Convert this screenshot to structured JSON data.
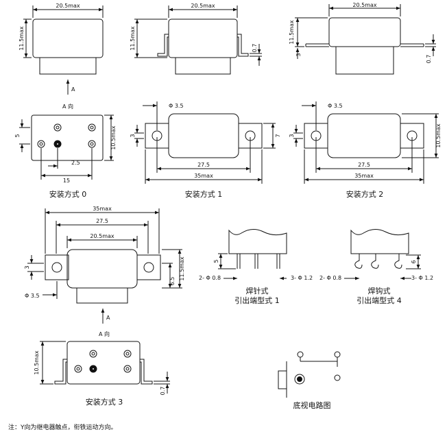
{
  "dims": {
    "w205": "20.5max",
    "h115": "11.5max",
    "h105": "10.5max",
    "t07": "0.7",
    "d3": "3",
    "d5": "5",
    "d25": "2.5",
    "d15": "15",
    "d7": "7",
    "d275": "27.5",
    "d35": "35max",
    "phi35": "Φ 3.5",
    "d65": "6.5",
    "d6": "6",
    "pin2": "2- Φ 0.8",
    "pin3": "3- Φ 1.2"
  },
  "labels": {
    "arrowA": "A",
    "viewA": "A 向",
    "mount0": "安装方式 0",
    "mount1": "安装方式 1",
    "mount2": "安装方式 2",
    "mount3": "安装方式 3",
    "solderPinL1": "焊针式",
    "solderPinL2": "引出端型式 1",
    "solderHookL1": "焊钩式",
    "solderHookL2": "引出端型式 4",
    "circuit": "底视电路图",
    "footnote": "注：Y向为继电器触点，衔铁运动方向。"
  }
}
